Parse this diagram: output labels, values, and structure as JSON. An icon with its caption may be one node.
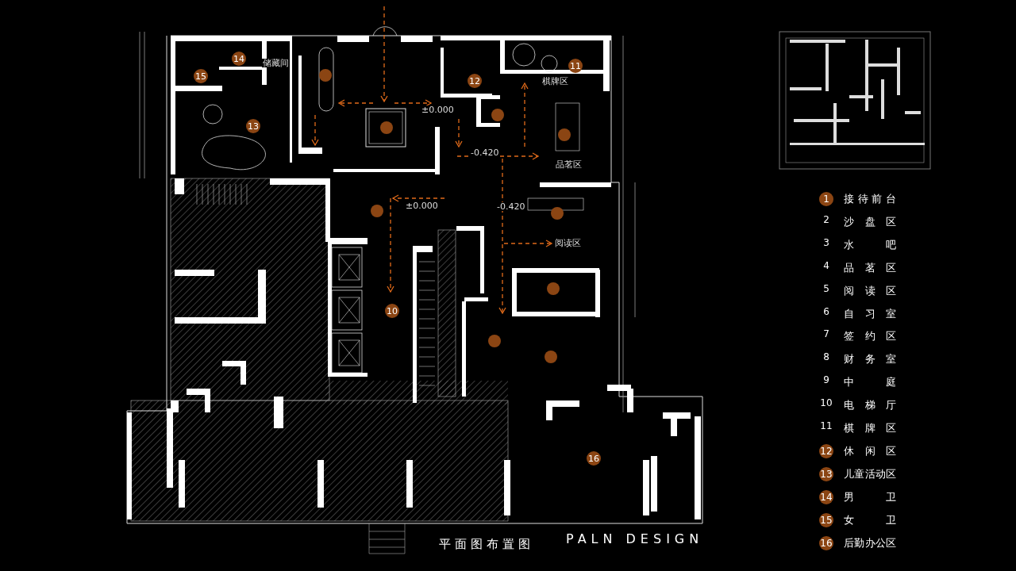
{
  "diagram": {
    "title": "平面图布置图",
    "labels": [
      "14",
      "15",
      "储藏间",
      "±0.000",
      "12",
      "11",
      "棋牌区",
      "13",
      "-0.420",
      "品茗区",
      "±0.000",
      "-0.420",
      "阅读区",
      "10",
      "16",
      "1",
      "接待前台",
      "2",
      "沙盘区",
      "3",
      "水吧",
      "4",
      "品茗区",
      "5",
      "阅读区",
      "6",
      "自习室",
      "7",
      "签约区",
      "8",
      "财务室",
      "9",
      "中庭",
      "10",
      "电梯厅",
      "11",
      "棋牌区",
      "12",
      "休闲区",
      "13",
      "儿童活动区",
      "14",
      "男卫",
      "15",
      "女卫",
      "16",
      "后勤办公区",
      "PALN DESIGN"
    ]
  }
}
